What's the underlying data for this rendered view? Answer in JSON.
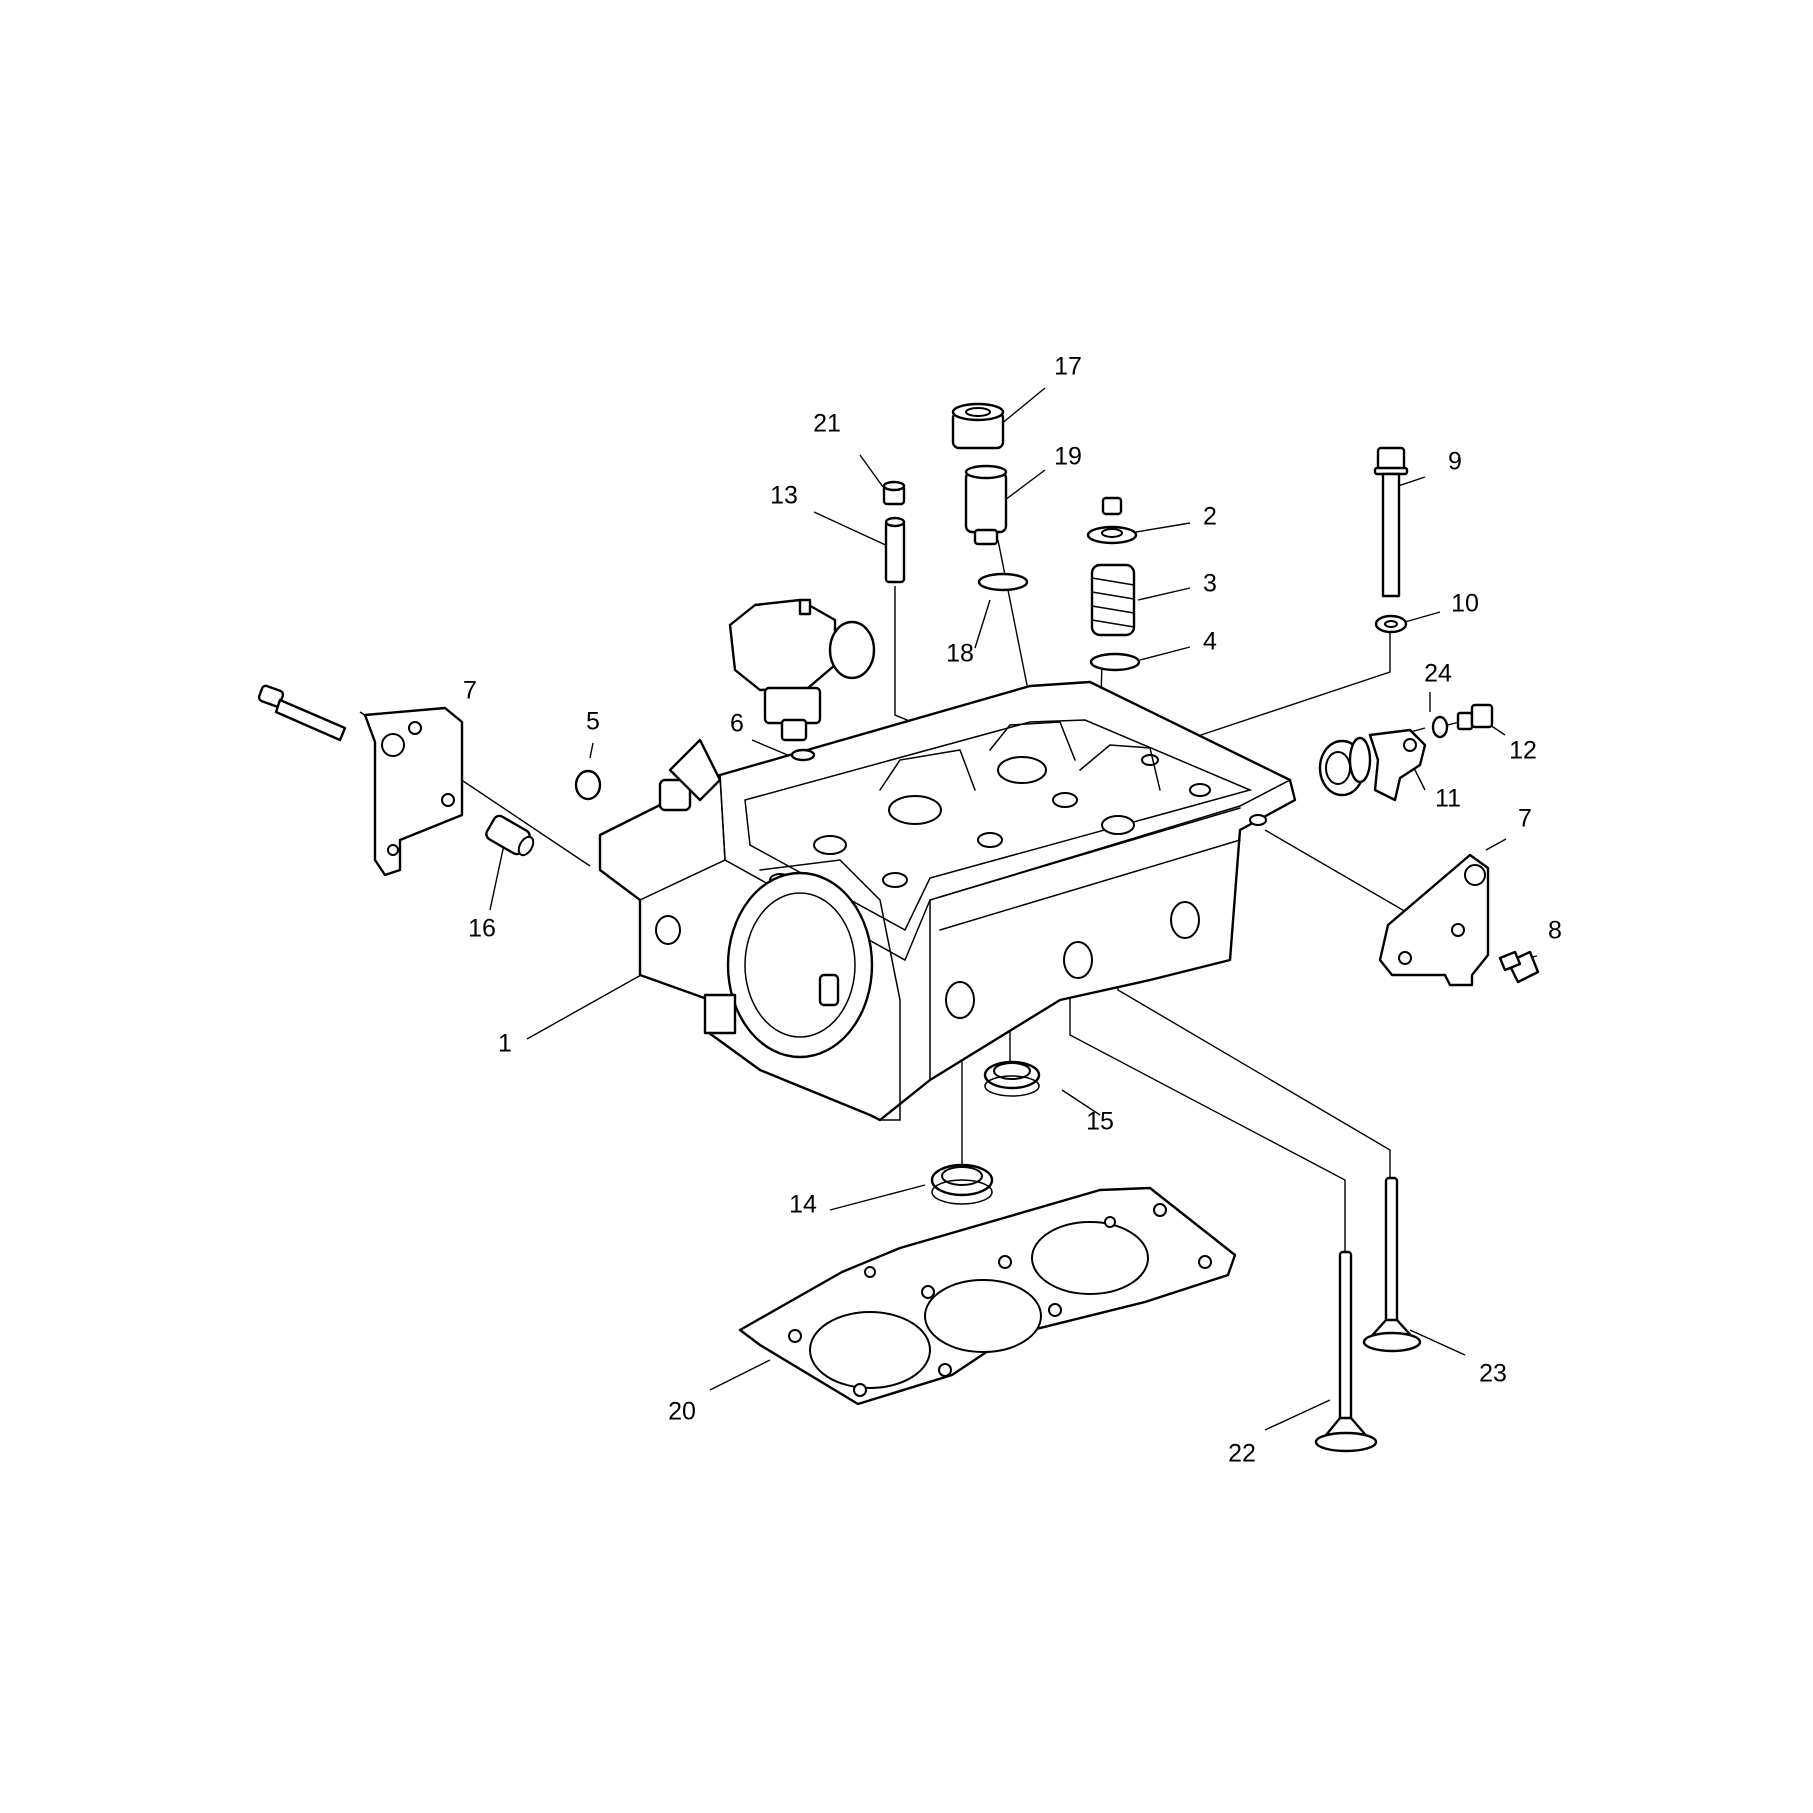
{
  "callouts": [
    {
      "label": "1"
    },
    {
      "label": "2"
    },
    {
      "label": "3"
    },
    {
      "label": "4"
    },
    {
      "label": "5"
    },
    {
      "label": "6"
    },
    {
      "label": "7"
    },
    {
      "label": "7"
    },
    {
      "label": "8"
    },
    {
      "label": "9"
    },
    {
      "label": "10"
    },
    {
      "label": "11"
    },
    {
      "label": "12"
    },
    {
      "label": "13"
    },
    {
      "label": "14"
    },
    {
      "label": "15"
    },
    {
      "label": "16"
    },
    {
      "label": "17"
    },
    {
      "label": "18"
    },
    {
      "label": "19"
    },
    {
      "label": "20"
    },
    {
      "label": "21"
    },
    {
      "label": "22"
    },
    {
      "label": "23"
    },
    {
      "label": "24"
    }
  ],
  "colors": {
    "line": "#000000",
    "background": "#ffffff"
  }
}
